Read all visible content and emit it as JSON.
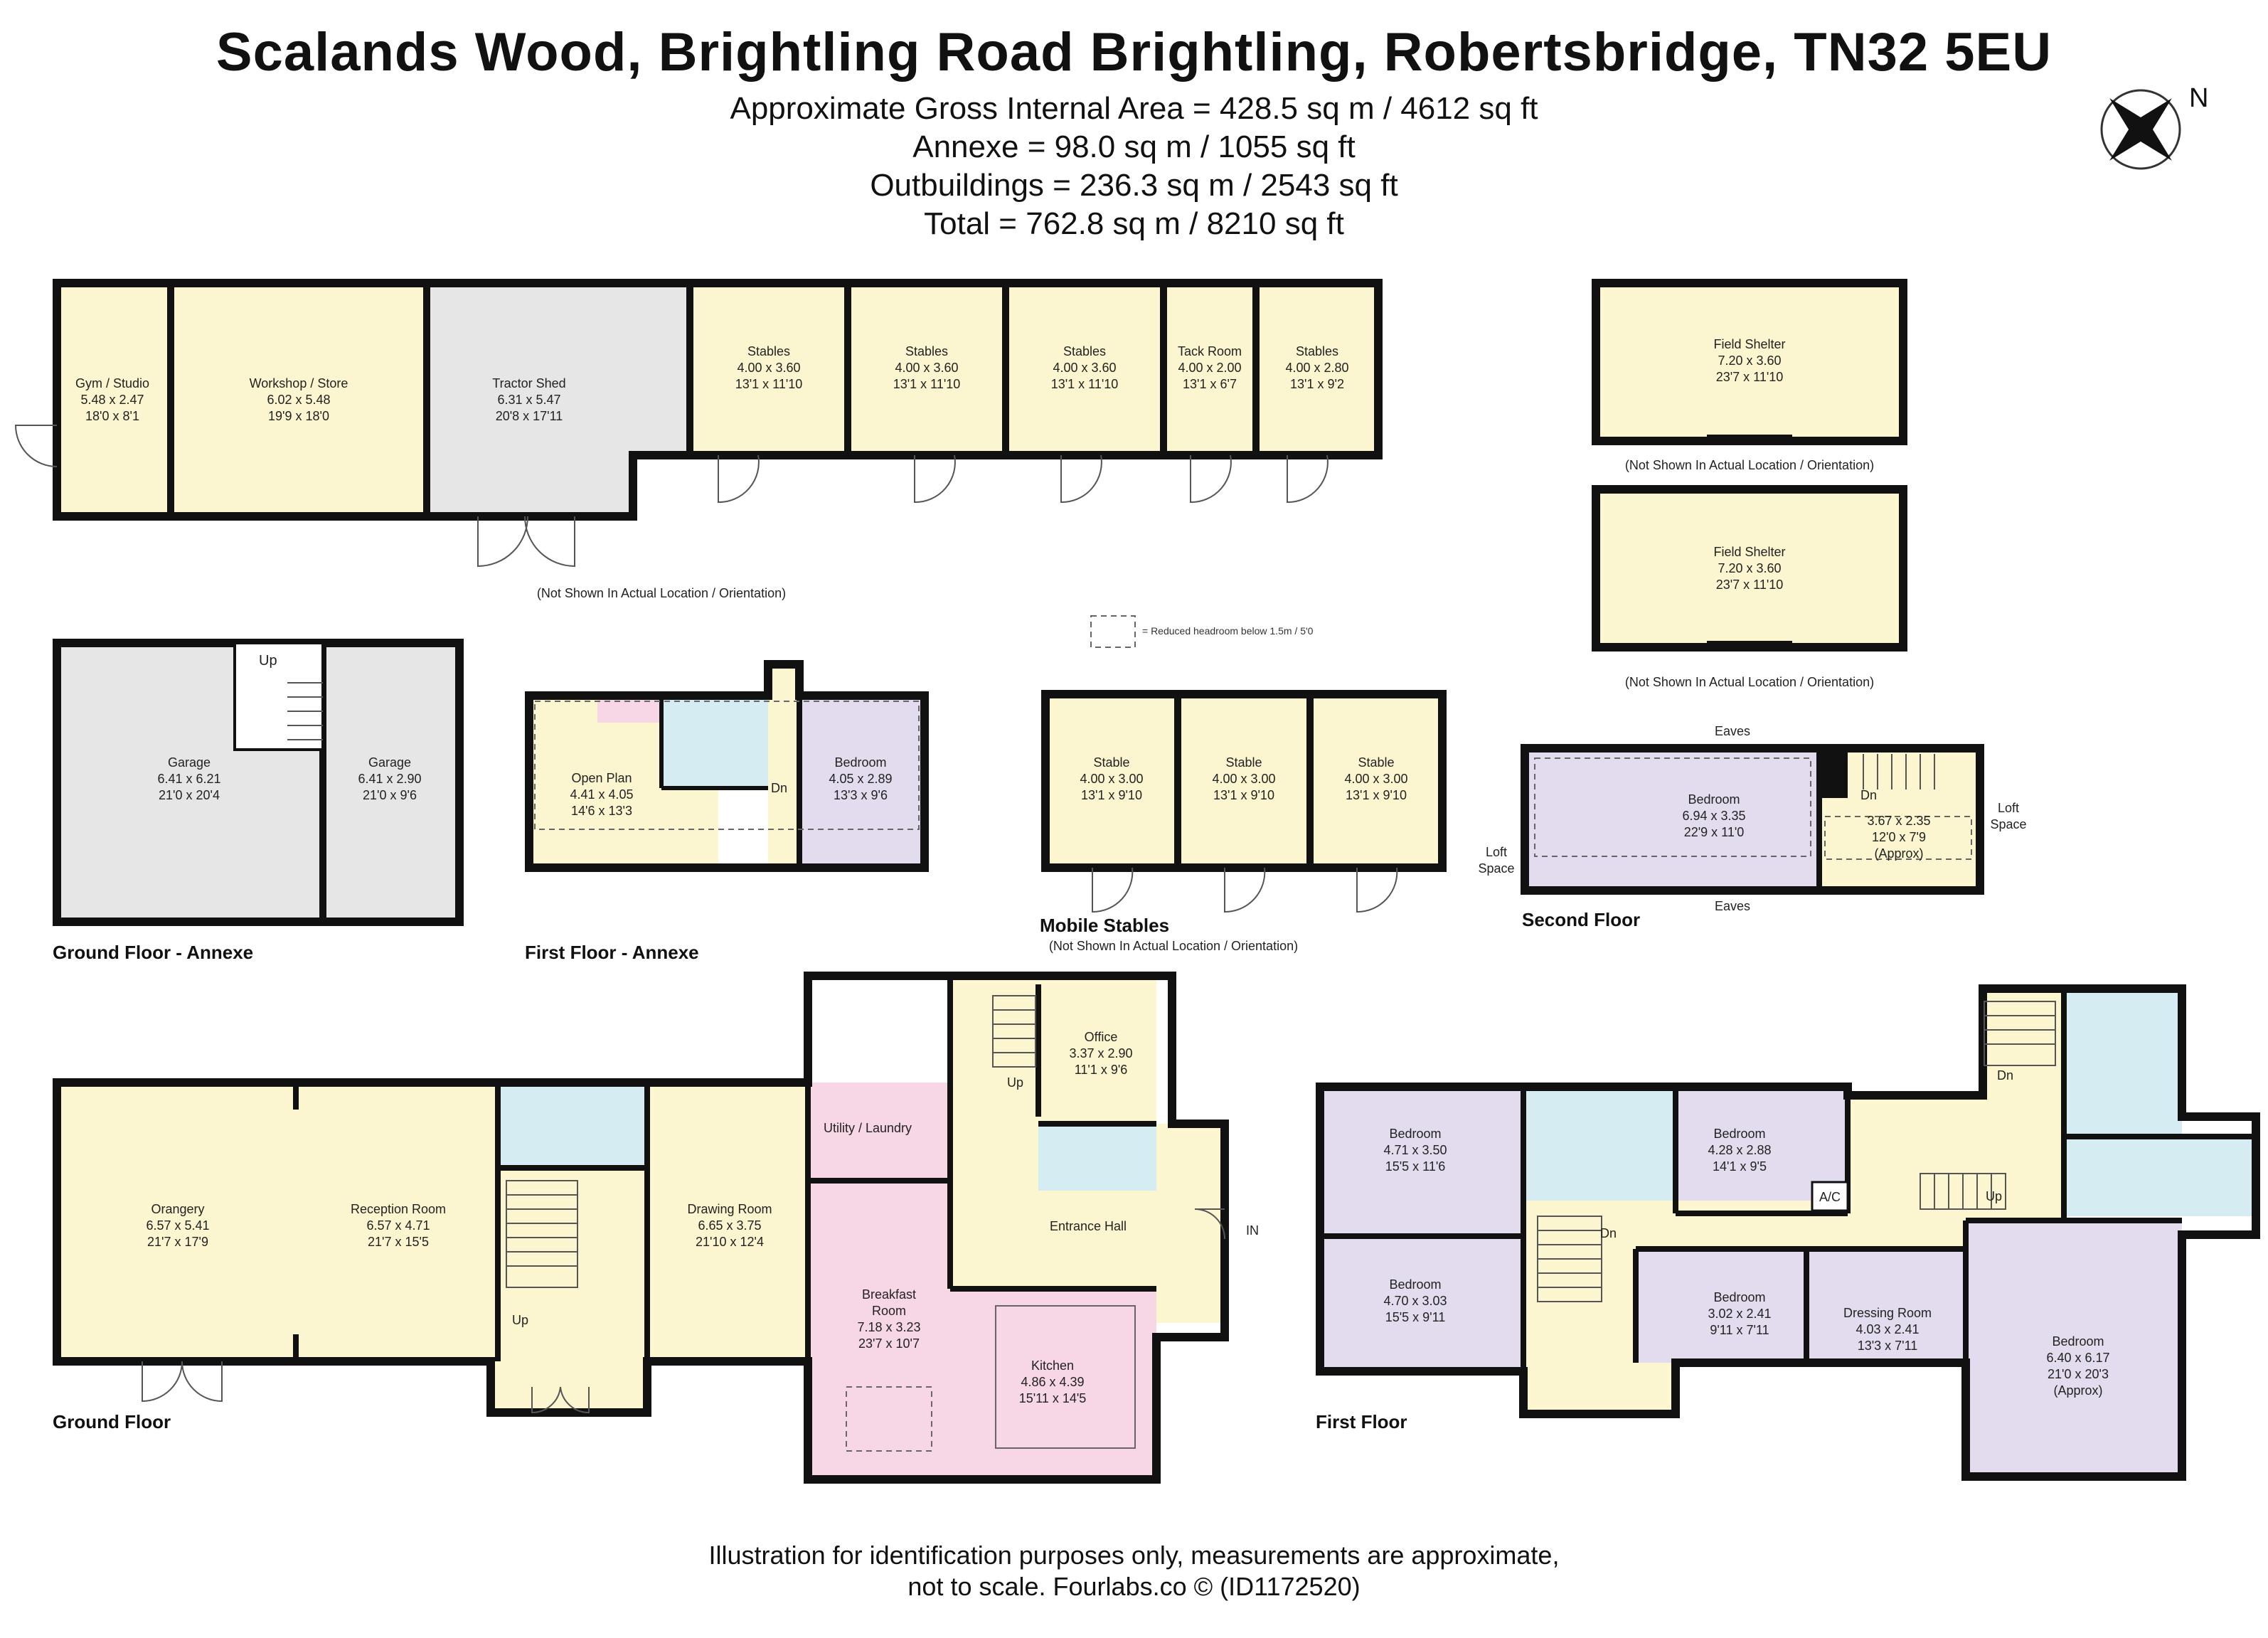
{
  "title": "Scalands Wood, Brightling Road Brightling, Robertsbridge, TN32 5EU",
  "areas": [
    "Approximate Gross Internal Area = 428.5 sq m / 4612 sq ft",
    "Annexe = 98.0 sq m / 1055 sq ft",
    "Outbuildings = 236.3 sq m / 2543 sq ft",
    "Total = 762.8 sq m / 8210 sq ft"
  ],
  "compass": {
    "label": "N"
  },
  "colors": {
    "wall": "#111111",
    "yellow": "#fbf6cf",
    "grey": "#e6e6e6",
    "purple": "#e3dcee",
    "blue": "#d6ecf3",
    "pink": "#f7d6e6"
  },
  "notes": {
    "not_shown": "(Not Shown In Actual Location / Orientation)",
    "headroom": "= Reduced headroom below 1.5m / 5'0"
  },
  "outbuildings": [
    {
      "name": "Gym / Studio",
      "metric": "5.48 x 2.47",
      "imperial": "18'0 x 8'1"
    },
    {
      "name": "Workshop / Store",
      "metric": "6.02 x 5.48",
      "imperial": "19'9 x 18'0"
    },
    {
      "name": "Tractor Shed",
      "metric": "6.31 x 5.47",
      "imperial": "20'8 x 17'11"
    },
    {
      "name": "Stables",
      "metric": "4.00 x 3.60",
      "imperial": "13'1 x 11'10"
    },
    {
      "name": "Stables",
      "metric": "4.00 x 3.60",
      "imperial": "13'1 x 11'10"
    },
    {
      "name": "Stables",
      "metric": "4.00 x 3.60",
      "imperial": "13'1 x 11'10"
    },
    {
      "name": "Tack Room",
      "metric": "4.00 x 2.00",
      "imperial": "13'1 x 6'7"
    },
    {
      "name": "Stables",
      "metric": "4.00 x 2.80",
      "imperial": "13'1 x 9'2"
    }
  ],
  "field_shelters": [
    {
      "name": "Field Shelter",
      "metric": "7.20 x 3.60",
      "imperial": "23'7 x 11'10"
    },
    {
      "name": "Field Shelter",
      "metric": "7.20 x 3.60",
      "imperial": "23'7 x 11'10"
    }
  ],
  "annexe_ground": {
    "label": "Ground Floor - Annexe",
    "up": "Up",
    "rooms": [
      {
        "name": "Garage",
        "metric": "6.41 x 6.21",
        "imperial": "21'0 x 20'4"
      },
      {
        "name": "Garage",
        "metric": "6.41 x 2.90",
        "imperial": "21'0 x 9'6"
      }
    ]
  },
  "annexe_first": {
    "label": "First Floor - Annexe",
    "dn": "Dn",
    "rooms": [
      {
        "name": "Open Plan",
        "metric": "4.41 x 4.05",
        "imperial": "14'6 x 13'3"
      },
      {
        "name": "Bedroom",
        "metric": "4.05 x 2.89",
        "imperial": "13'3 x 9'6"
      }
    ]
  },
  "mobile_stables": {
    "label": "Mobile Stables",
    "rooms": [
      {
        "name": "Stable",
        "metric": "4.00 x 3.00",
        "imperial": "13'1 x 9'10"
      },
      {
        "name": "Stable",
        "metric": "4.00 x 3.00",
        "imperial": "13'1 x 9'10"
      },
      {
        "name": "Stable",
        "metric": "4.00 x 3.00",
        "imperial": "13'1 x 9'10"
      }
    ]
  },
  "second_floor": {
    "label": "Second Floor",
    "eaves": "Eaves",
    "loft": [
      "Loft",
      "Space"
    ],
    "dn": "Dn",
    "rooms": [
      {
        "name": "Bedroom",
        "metric": "6.94 x 3.35",
        "imperial": "22'9 x 11'0"
      },
      {
        "name": "",
        "metric": "3.67 x 2.35",
        "imperial": "12'0 x 7'9",
        "extra": "(Approx)"
      }
    ]
  },
  "ground_floor": {
    "label": "Ground Floor",
    "up": "Up",
    "in": "IN",
    "rooms": [
      {
        "name": "Orangery",
        "metric": "6.57 x 5.41",
        "imperial": "21'7 x 17'9"
      },
      {
        "name": "Reception Room",
        "metric": "6.57 x 4.71",
        "imperial": "21'7 x 15'5"
      },
      {
        "name": "Drawing Room",
        "metric": "6.65 x 3.75",
        "imperial": "21'10 x 12'4"
      },
      {
        "name": "Utility / Laundry"
      },
      {
        "name": "Office",
        "metric": "3.37 x 2.90",
        "imperial": "11'1 x 9'6"
      },
      {
        "name": "Entrance Hall"
      },
      {
        "name": "Breakfast",
        "name2": "Room",
        "metric": "7.18 x 3.23",
        "imperial": "23'7 x 10'7"
      },
      {
        "name": "Kitchen",
        "metric": "4.86 x 4.39",
        "imperial": "15'11 x 14'5"
      }
    ]
  },
  "first_floor": {
    "label": "First Floor",
    "dn": "Dn",
    "up": "Up",
    "ac": "A/C",
    "rooms": [
      {
        "name": "Bedroom",
        "metric": "4.71 x 3.50",
        "imperial": "15'5 x 11'6"
      },
      {
        "name": "Bedroom",
        "metric": "4.28 x 2.88",
        "imperial": "14'1 x 9'5"
      },
      {
        "name": "Bedroom",
        "metric": "4.70 x 3.03",
        "imperial": "15'5 x 9'11"
      },
      {
        "name": "Bedroom",
        "metric": "3.02 x 2.41",
        "imperial": "9'11 x 7'11"
      },
      {
        "name": "Dressing Room",
        "metric": "4.03 x 2.41",
        "imperial": "13'3 x 7'11"
      },
      {
        "name": "Bedroom",
        "metric": "6.40 x 6.17",
        "imperial": "21'0 x 20'3",
        "extra": "(Approx)"
      }
    ]
  },
  "footer": [
    "Illustration for identification purposes only, measurements are approximate,",
    "not to scale. Fourlabs.co © (ID1172520)"
  ]
}
